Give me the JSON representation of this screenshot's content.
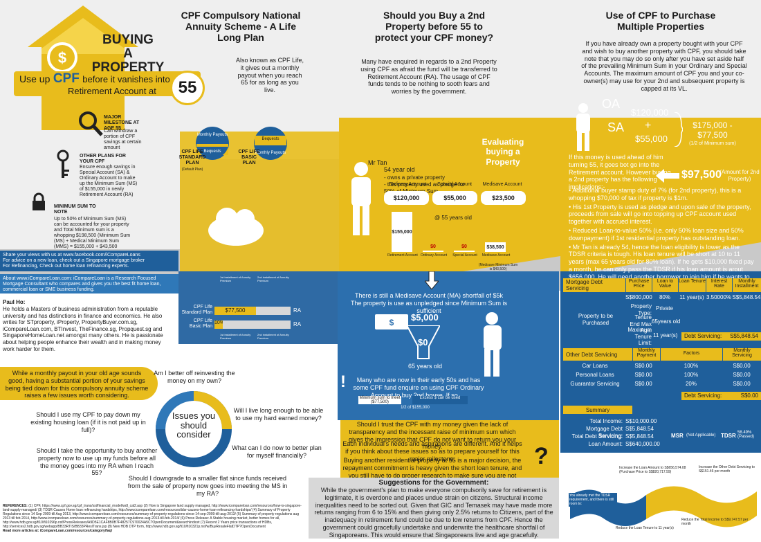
{
  "left": {
    "title_lines": [
      "BUYING",
      "A",
      "PROPERTY"
    ],
    "banner_prefix": "Use up",
    "banner_cpf": "CPF",
    "banner_line1": "before it vanishes into",
    "banner_line2": "Retirement Account at",
    "banner_age": "55",
    "milestone_title": "MAJOR MILESTONE AT AGE 55",
    "milestone_text": "Can withdraw a portion of CPF savings at certain amount",
    "other_plans_title": "OTHER PLANS FOR YOUR CPF",
    "other_plans_text": "Ensure enough savings in Special Account (SA) & Ordinary Account to make up the Minimum Sum (MS) of $155,000 in newly Retirement Account (RA)",
    "min_sum_title": "MINIMUM SUM TO NOTE",
    "min_sum_text": "Up to 50% of Minimum Sum (MS) can be accounted for your property and Total Minimum sum is a whopping $198,500 (Minimum Sum (MS) + Medical Minimum Sum (MMS) = $155,000 + $43,500",
    "share_lines": [
      "Share your views with us at www.facebook.com/iCompareLoans",
      "For advice on a new loan, check out a Singapore mortgage broker",
      "For Refinancing, Check out home loan refinancing experts."
    ],
    "about_text": "About www.iCompareLoan.com: iCompareLoan is a Research Focused Mortgage Consultant who compares and gives you the best fit home loan, commercial loan or SME business funding.",
    "author_title": "Paul Ho:",
    "author_text": "He holds a Masters of business administration from a reputable university and has distinctions in finance and economics. He also writes for STproperty, iProperty, PropertyBuyer.com.sg, iCompareLoan.com, BTInvest, TheFinance.sg, Propquest.sg and SingaporeHomeLoan.net amongst many others. He is passionate about helping people enhance their wealth and in making money work harder for them.",
    "payout_text": "While a monthly payout in your old age sounds good, having a substantial portion of your savings being tied down for this compulsory annuity scheme raises a few issues worth considering.",
    "issues_center": [
      "Issues you",
      "should",
      "consider"
    ],
    "issues": [
      "Am I better off reinvesting the money on my own?",
      "Will I live long enough to be able to use my hard earned money?",
      "Should I use my CPF to pay down my existing housing loan (if it is not paid up in full)?",
      "What can I do now to better plan for myself financially?",
      "Should I take the opportunity to buy another property now to use up my funds before all the money goes into my RA when I reach 55?",
      "Should I downgrade to a smaller flat since funds received from the sale of property now goes into meeting the MS in my RA?"
    ],
    "references_label": "REFERENCES:",
    "references_text": "(1) CPF, https://www.cpf.gov.sg/cpf_trans/ssi/financial_model/wdl_cal2.asp (2) How is Singapore land supply managed, http://www.icompareloan.com/resources/how-is-singapore-land-supply-managed/ (3) TDSR Causes Home loan refinancing hardships, http://www.icompareloan.com/resources/tdsr-causes-home-loan-refinancing-hardships/ (4) Summary of Property Regulations since 14 Sep 2009 till Aug 2013, http://www.icompareloan.com/resources/summary-of-property-regulations-since-14-sep-2009-till-aug-2013/ (5) Summary of property regulations aug 2013 till feb 2014, http://www.icompareloan.com/resources/summary-of-property-regulations-aug-2013-till-feb-2014/ (6) Press Release: A Stable housing market, better homes for all, http://www.hdb.gov.sg/fi10/fi10296p.nsf/PressReleases/A9D5E1CAF8B0B7F48257C970024A5C?OpenDocument&searchIndicet (7) Recent 2 Years price transactions of HDBs, http://services2.hdb.gov.sg/webapp/BB33RTIS/BB33PReslTrans.jsp (8) New HDB DTP form, http://www.hdb.gov.sg/fi10/fi10321p.nsf/w/BuyResaleFlatDTP?OpenDocument",
    "read_more": "Read more articles at: iCompareLoan.com/resources/category/faq/"
  },
  "annuity": {
    "title": "CPF Compulsory National Annuity Scheme - A Life Long Plan",
    "text": "Also known as CPF Life, it gives out a monthly payout when you reach 65 for as long as you live.",
    "standard_label": "CPF LIFE STANDARD PLAN",
    "standard_sub": "(Default Plan)",
    "basic_label": "CPF LIFE BASIC PLAN",
    "monthly_payouts": "Monthly Payouts",
    "bequests": "Bequests",
    "chart_first": "1st installment of Annuity Premium",
    "chart_second": "2nd installment of Annuity Premium",
    "chart_rows": [
      {
        "label": "CPF Life Standard Plan",
        "value": "$77,500",
        "end": "RA"
      },
      {
        "label": "CPF Life Basic Plan",
        "value": "10%",
        "end": "RA"
      }
    ]
  },
  "second": {
    "title": "Should you Buy a 2nd Property before 55 to protect your CPF money?",
    "text": "Many have enquired in regards to a 2nd Property using CPF as afraid the fund will be transferred to Retirement Account (RA). The usage of CPF funds tends to be nothing to sooth fears and worries by the government.",
    "evaluating": "Evaluating buying a Property",
    "mr_tan": "Mr Tan",
    "tan_age": "54 year old",
    "tan_points": [
      "- owns a private property",
      "- this property used as pledge for 50% of Minimum Sum"
    ],
    "accounts": [
      {
        "name": "Ordinary Account",
        "value": "$120,000"
      },
      {
        "name": "Special Account",
        "value": "$55,000"
      },
      {
        "name": "Medisave Account",
        "value": "$23,500"
      }
    ],
    "at_55": "@ 55 years old",
    "bars": [
      {
        "label": "Retirement Account",
        "value": "$155,000",
        "amount": 155000
      },
      {
        "label": "Ordinary Account",
        "value": "$0",
        "amount": 0
      },
      {
        "label": "Special Account",
        "value": "$0",
        "amount": 0
      },
      {
        "label": "Medisave Account",
        "value": "$38,500",
        "amount": 38500
      }
    ],
    "medisave_note": "(Medisave Minimum Sum is $43,500)",
    "shortfall": "There is still a Medisave Account (MA) shortfall of $5k The property is use as unpledged since Minimum Sum is sufficient",
    "cash_5000": "$5,000",
    "cash_0": "$0",
    "age_65": "65 years old",
    "enquire": "Many who are now in their early 50s and has some CPF fund enquire on using CPF Ordinary Account to buy 2nd house. If so ....",
    "min_sum_to_meet": "Minimum sum to meet ($77,500)",
    "excess": "Excess $ can be used",
    "half_sum": "1/2 of $155,000",
    "trust": "Should I trust the CPF with my money given the lack of transparency and the incessant raise of minimum sum which gives the impression that CPF do not want to return you your money.",
    "individual": "Each individual's needs and aspirations are different. And it helps if you think about these issues so as to prepare yourself for this major milestone.",
    "buying_another": "Buying another residential property at 55 is a major decision, the repayment commitment is heavy given the short loan tenure, and you still have to do proper research to make sure you are not overpaying.",
    "suggestions_title": "Suggestions for the Government:",
    "suggestions_text": "While the government's plan to make everyone compulsorily save for retirement is legitimate, it is overdone and places undue strain on citizens. Structural income inequalities need to be sorted out. Given that GIC and Temasek may have made more returns ranging from 6 to 15% and then giving only 2.5% returns to Citizens, part of the inadequacy in retirement fund could be due to low returns from CPF. Hence the government could gracefully undertake and underwrite the healthcare shortfall of Singaporeans. This would ensure that Singaporeans live and age gracefully."
  },
  "multiple": {
    "title": "Use of CPF to Purchase Multiple Properties",
    "intro": "If you have already own a property bought with your CPF and wish to buy another property with CPF, you should take note that you may do so only after you have set aside half of the prevailing Minimum Sum in your Ordinary and Special Accounts. The maximum amount of CPF you and your co-owner(s) may use for your 2nd and subsequent property is capped at its VL.",
    "oa": "OA",
    "sa": "SA",
    "oa_value": "$120,000",
    "sa_value": "$55,000",
    "plus": "+",
    "minus_expr": "$175,000 - $77,500",
    "minus_note": "(1/2 of Minimum sum)",
    "result": "$97,500",
    "result_note": "(Amount for 2nd Property)",
    "used_text": "If this money is used ahead of him turning 55, it goes bot go into the Retirement account. However buying a 2nd property has the following implications:-",
    "bullets": [
      "Additional buyer stamp duty of 7% (for 2nd property), this is a whopping $70,000 of tax if property is $1m.",
      "His 1st Property is used as pledge and upon sale of the property, proceeds from sale will go into topping up CPF account used together with accrued interest.",
      "Reduced Loan-to-value 50% (i.e. only 50% loan size and 50% downpayment) if 1st residential property has outstanding loan.",
      "Mr Tan is already 54, hence the loan eligibility is lower as the TDSR criteria is tough. His loan tenure will be short at 10 to 11 years (max 65 years old for 80% loan). If he gets $10,000 fixed pay a month, he can only pass the TDSR if his loan amount is arout $656,000. He will need another borrower to join him if he wants to buy a dearer property."
    ],
    "mortgage_heading": "Mortgage Debt Servicing",
    "mortgage_cols": [
      "Purchase Price",
      "Loan to Value",
      "Loan Tenure",
      "Interest Rate",
      "Monthly Installment"
    ],
    "mortgage_row": [
      "S$800,000",
      "80%",
      "11 year(s)",
      "3.50000%",
      "S$5,848.54"
    ],
    "property_label": "Property to be Purchased",
    "property_type_label": "Property Type:",
    "property_type": "Private",
    "tenure_end_label": "Tenure End Max Age:",
    "tenure_end": "65years old",
    "max_tenure_label": "Maximum Tenure Limit:",
    "max_tenure": "11 year(s)",
    "debt_servicing_label": "Debt Servicing:",
    "debt_servicing_value": "S$5,848.54",
    "other_heading": "Other Debt Servicing",
    "other_cols": [
      "Monthly Payment",
      "Factors",
      "Monthly Servicing"
    ],
    "other_rows": [
      [
        "Car Loans",
        "S$0.00",
        "100%",
        "S$0.00"
      ],
      [
        "Personal Loans",
        "S$0.00",
        "100%",
        "S$0.00"
      ],
      [
        "Guarantor Servicing",
        "S$0.00",
        "20%",
        "S$0.00"
      ]
    ],
    "other_debt_label": "Debt Servicing:",
    "other_debt_value": "S$0.00",
    "summary_heading": "Summary",
    "summary_rows": [
      [
        "Total Income:",
        "S$10,000.00"
      ],
      [
        "Mortgage Debt Servicing:",
        "S$5,848.54"
      ],
      [
        "Total Debt Servicing:",
        "S$5,848.54"
      ],
      [
        "Loan Amount:",
        "S$640,000.00"
      ]
    ],
    "msr": "MSR",
    "msr_value": "(Not Applicable)",
    "tdsr": "TDSR",
    "tdsr_value": "58.49% (Passed)",
    "chart_labels": {
      "inc_loan": "Increase the Loan Amount to S$656,574.08 (Purchase Price to S$820,717.59)",
      "inc_other": "Increase the Other Debt Servicing to S$151.46 per month",
      "cannot": "You already met the TDSR requirement, and there is still room to:",
      "reduce_total": "Reduce the Total Income to S$9,747.57 per month",
      "reduce_tenure": "Reduce the Loan Tenure to 11 year(s)"
    }
  },
  "colors": {
    "yellow": "#e8bc1c",
    "blue": "#1f5f9b",
    "grey": "#d8d8d8"
  }
}
